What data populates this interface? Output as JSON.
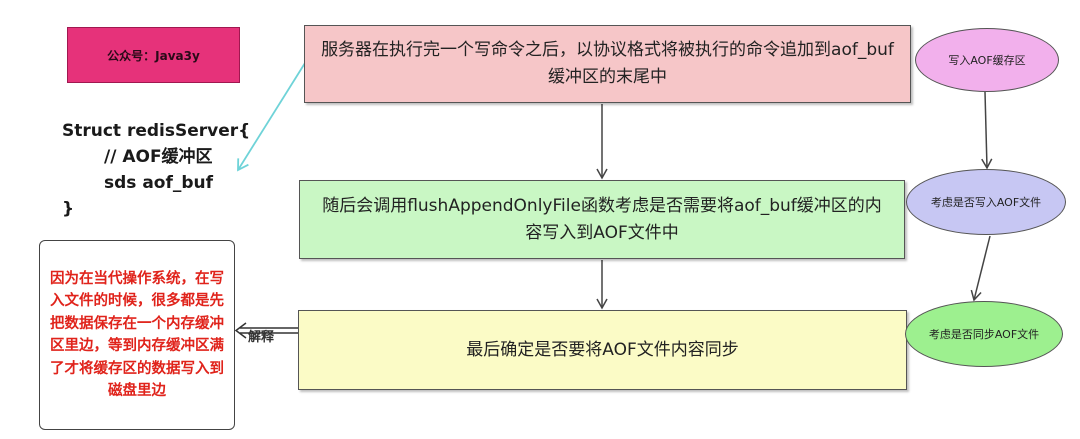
{
  "watermark": {
    "text": "公众号：Java3y"
  },
  "code": {
    "line1": "Struct redisServer{",
    "line2": "// AOF缓冲区",
    "line3": "sds aof_buf",
    "line4": "}"
  },
  "steps": {
    "step1": "服务器在执行完一个写命令之后，以协议格式将被执行的命令追加到aof_buf缓冲区的末尾中",
    "step2": "随后会调用flushAppendOnlyFile函数考虑是否需要将aof_buf缓冲区的内容写入到AOF文件中",
    "step3": "最后确定是否要将AOF文件内容同步"
  },
  "annotations": {
    "a1": "写入AOF缓存区",
    "a2": "考虑是否写入AOF文件",
    "a3": "考虑是否同步AOF文件"
  },
  "note": {
    "text": "因为在当代操作系统，在写入文件的时候，很多都是先把数据保存在一个内存缓冲区里边，等到内存缓冲区满了才将缓存区的数据写入到磁盘里边"
  },
  "explain_label": "解释",
  "colors": {
    "watermark": "#e6327a",
    "step1": "#f6c6c8",
    "step2": "#c9f7c4",
    "step3": "#fbfbc6",
    "annotation1": "#f2b0ec",
    "annotation2": "#c7c7f3",
    "annotation3": "#9df08f",
    "note_text": "#e0231b",
    "link_cyan": "#6fd3d8"
  }
}
